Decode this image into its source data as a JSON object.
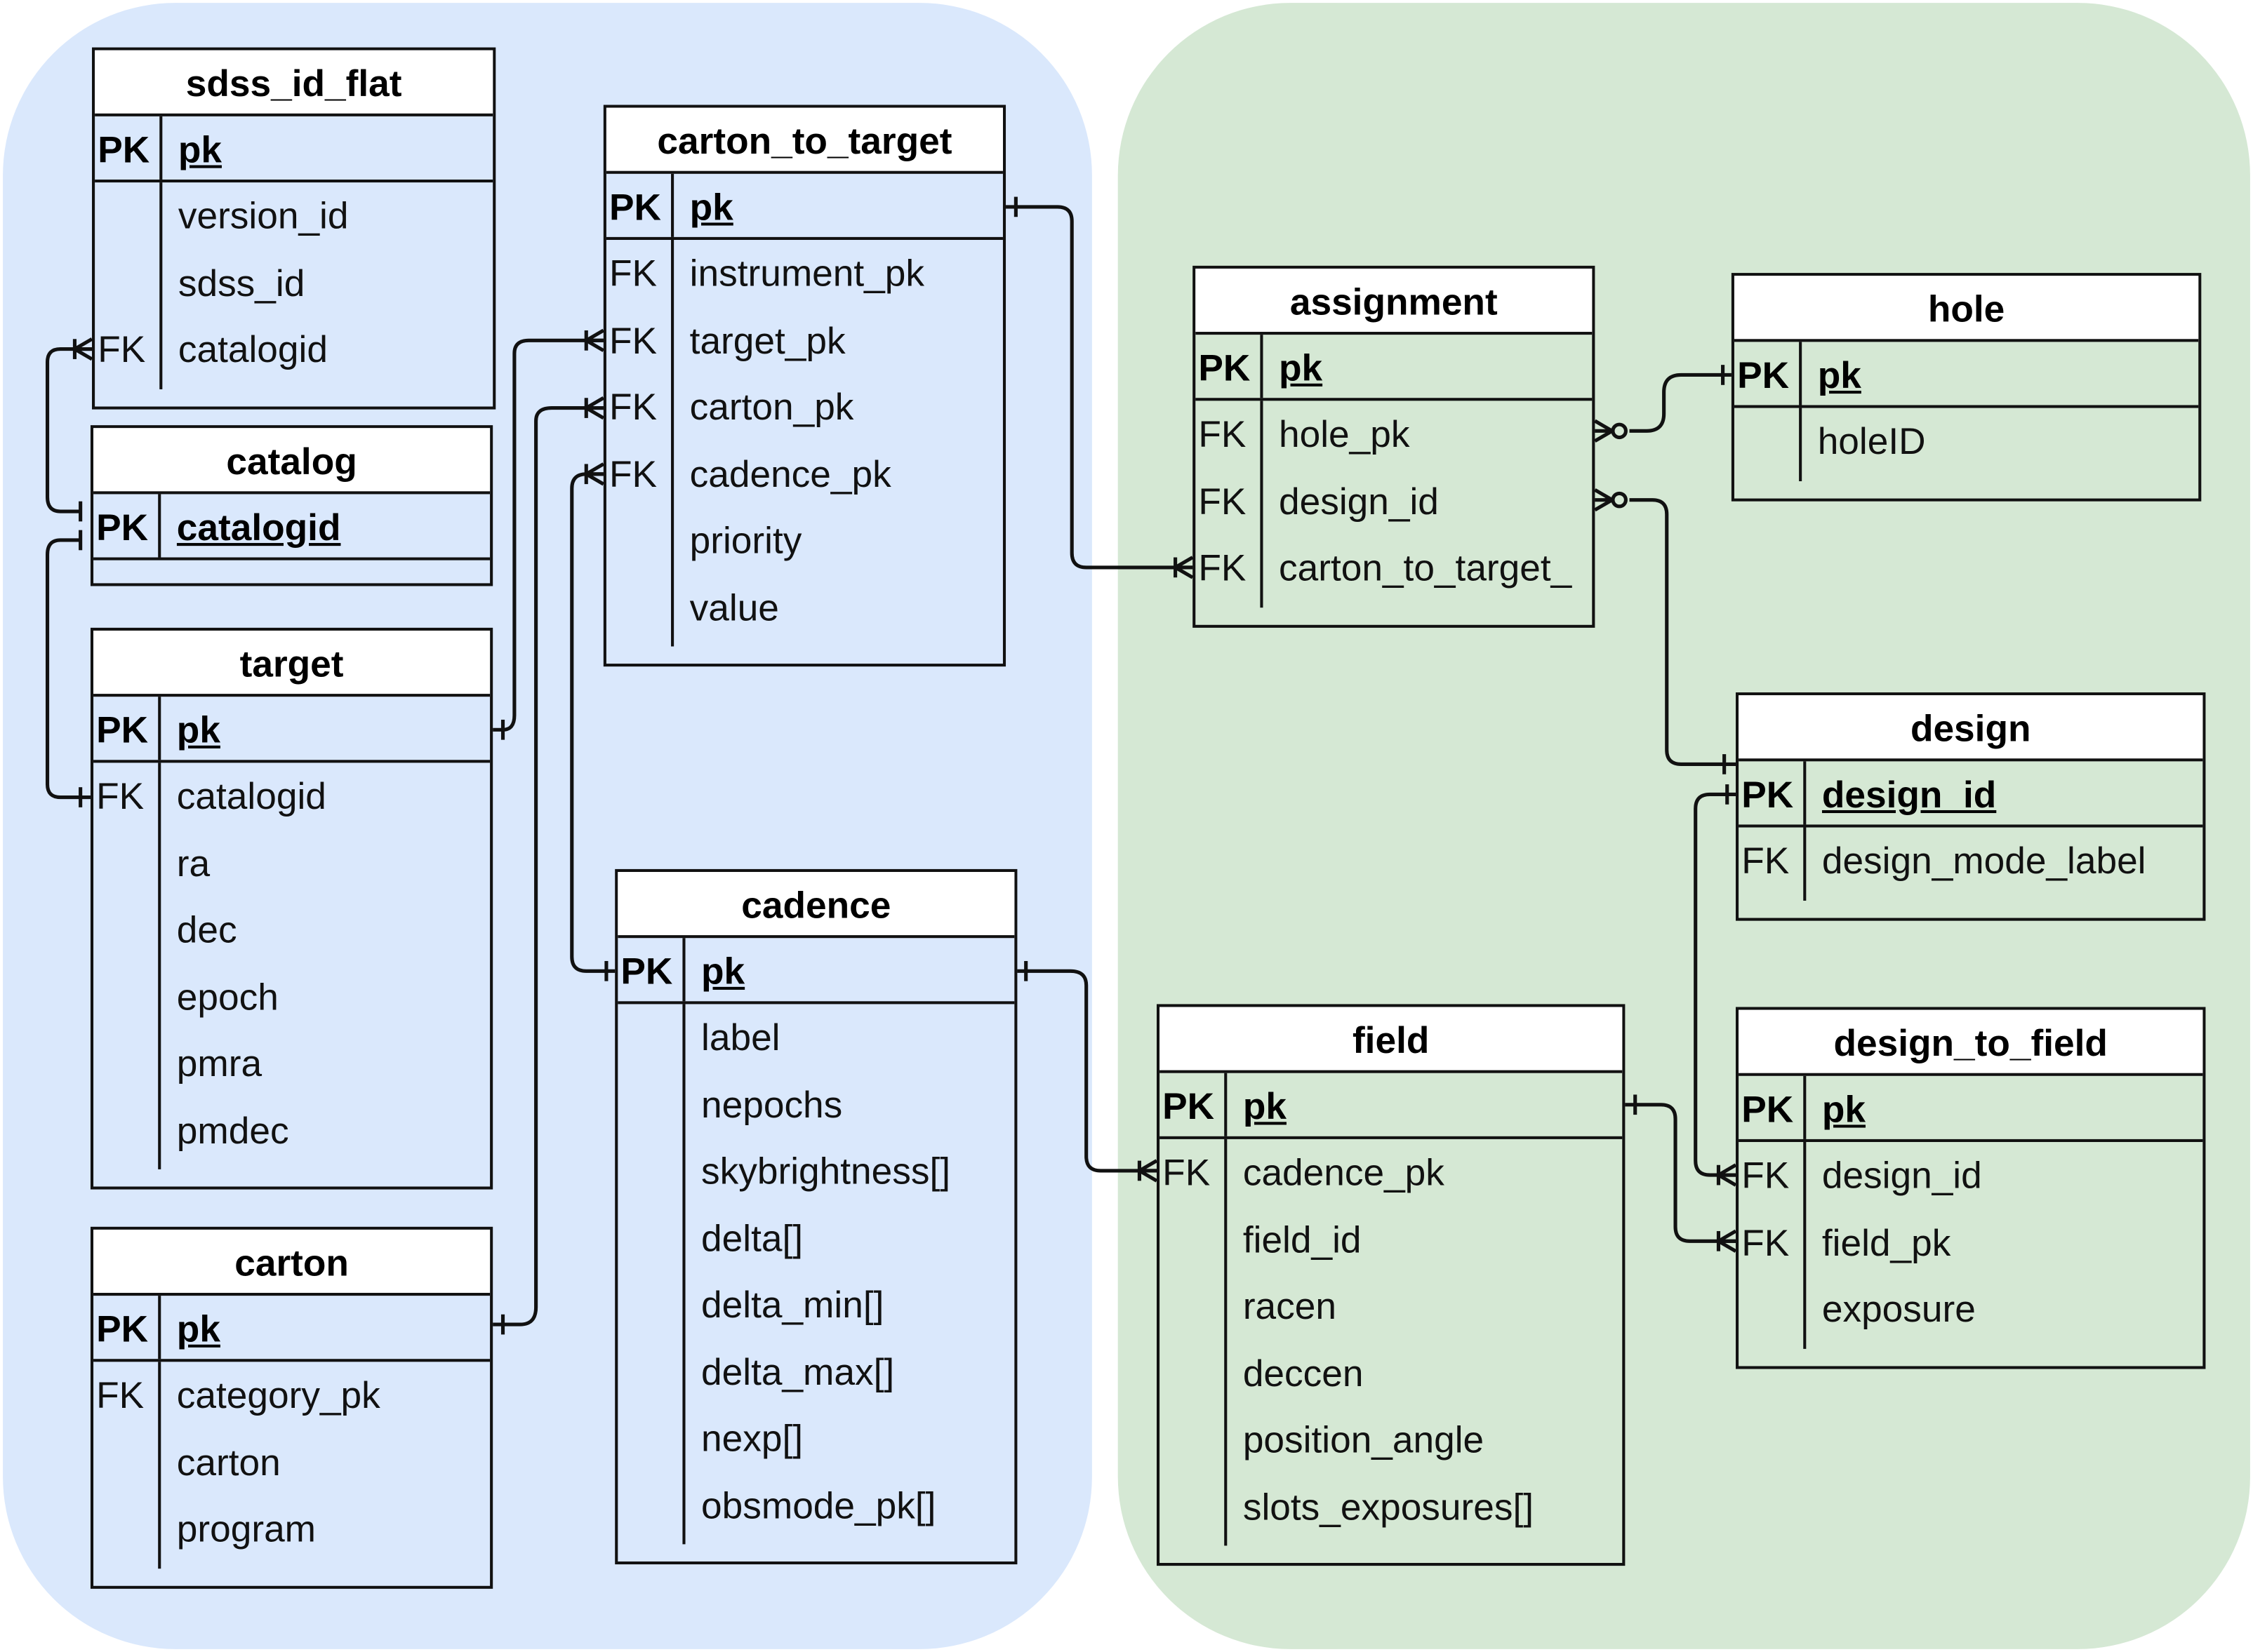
{
  "colors": {
    "region_left": "#dae8fc",
    "region_right": "#d5e8d4",
    "header_fill": "#ffffff",
    "stroke": "#111111"
  },
  "tables": {
    "sdss_id_flat": {
      "title": "sdss_id_flat",
      "pk": {
        "key": "PK",
        "name": "pk"
      },
      "rows": [
        {
          "key": "",
          "name": "version_id"
        },
        {
          "key": "",
          "name": "sdss_id"
        },
        {
          "key": "FK",
          "name": "catalogid"
        }
      ]
    },
    "catalog": {
      "title": "catalog",
      "pk": {
        "key": "PK",
        "name": "catalogid"
      },
      "rows": []
    },
    "target": {
      "title": "target",
      "pk": {
        "key": "PK",
        "name": "pk"
      },
      "rows": [
        {
          "key": "FK",
          "name": "catalogid"
        },
        {
          "key": "",
          "name": "ra"
        },
        {
          "key": "",
          "name": "dec"
        },
        {
          "key": "",
          "name": "epoch"
        },
        {
          "key": "",
          "name": "pmra"
        },
        {
          "key": "",
          "name": "pmdec"
        }
      ]
    },
    "carton": {
      "title": "carton",
      "pk": {
        "key": "PK",
        "name": "pk"
      },
      "rows": [
        {
          "key": "FK",
          "name": "category_pk"
        },
        {
          "key": "",
          "name": "carton"
        },
        {
          "key": "",
          "name": "program"
        }
      ]
    },
    "carton_to_target": {
      "title": "carton_to_target",
      "pk": {
        "key": "PK",
        "name": "pk"
      },
      "rows": [
        {
          "key": "FK",
          "name": "instrument_pk"
        },
        {
          "key": "FK",
          "name": "target_pk"
        },
        {
          "key": "FK",
          "name": "carton_pk"
        },
        {
          "key": "FK",
          "name": "cadence_pk"
        },
        {
          "key": "",
          "name": "priority"
        },
        {
          "key": "",
          "name": "value"
        }
      ]
    },
    "cadence": {
      "title": "cadence",
      "pk": {
        "key": "PK",
        "name": "pk"
      },
      "rows": [
        {
          "key": "",
          "name": "label"
        },
        {
          "key": "",
          "name": "nepochs"
        },
        {
          "key": "",
          "name": "skybrightness[]"
        },
        {
          "key": "",
          "name": "delta[]"
        },
        {
          "key": "",
          "name": "delta_min[]"
        },
        {
          "key": "",
          "name": "delta_max[]"
        },
        {
          "key": "",
          "name": "nexp[]"
        },
        {
          "key": "",
          "name": "obsmode_pk[]"
        }
      ]
    },
    "assignment": {
      "title": "assignment",
      "pk": {
        "key": "PK",
        "name": "pk"
      },
      "rows": [
        {
          "key": "FK",
          "name": "hole_pk"
        },
        {
          "key": "FK",
          "name": "design_id"
        },
        {
          "key": "FK",
          "name": "carton_to_target_"
        }
      ]
    },
    "hole": {
      "title": "hole",
      "pk": {
        "key": "PK",
        "name": "pk"
      },
      "rows": [
        {
          "key": "",
          "name": "holeID"
        }
      ]
    },
    "design": {
      "title": "design",
      "pk": {
        "key": "PK",
        "name": "design_id"
      },
      "rows": [
        {
          "key": "FK",
          "name": "design_mode_label"
        }
      ]
    },
    "design_to_field": {
      "title": "design_to_field",
      "pk": {
        "key": "PK",
        "name": "pk"
      },
      "rows": [
        {
          "key": "FK",
          "name": "design_id"
        },
        {
          "key": "FK",
          "name": "field_pk"
        },
        {
          "key": "",
          "name": "exposure"
        }
      ]
    },
    "field": {
      "title": "field",
      "pk": {
        "key": "PK",
        "name": "pk"
      },
      "rows": [
        {
          "key": "FK",
          "name": "cadence_pk"
        },
        {
          "key": "",
          "name": "field_id"
        },
        {
          "key": "",
          "name": "racen"
        },
        {
          "key": "",
          "name": "deccen"
        },
        {
          "key": "",
          "name": "position_angle"
        },
        {
          "key": "",
          "name": "slots_exposures[]"
        }
      ]
    }
  },
  "relationships": [
    {
      "from": "catalog.catalogid",
      "to": "sdss_id_flat.catalogid",
      "from_end": "one",
      "to_end": "one-or-many"
    },
    {
      "from": "catalog.catalogid",
      "to": "target.catalogid",
      "from_end": "one",
      "to_end": "one"
    },
    {
      "from": "target.pk",
      "to": "carton_to_target.target_pk",
      "from_end": "one",
      "to_end": "one-or-many"
    },
    {
      "from": "carton.pk",
      "to": "carton_to_target.carton_pk",
      "from_end": "one",
      "to_end": "one-or-many"
    },
    {
      "from": "cadence.pk",
      "to": "carton_to_target.cadence_pk",
      "from_end": "one",
      "to_end": "one-or-many"
    },
    {
      "from": "carton_to_target.pk",
      "to": "assignment.carton_to_target_",
      "from_end": "one",
      "to_end": "one-or-many"
    },
    {
      "from": "hole.pk",
      "to": "assignment.hole_pk",
      "from_end": "one",
      "to_end": "zero-or-many"
    },
    {
      "from": "design.design_id",
      "to": "assignment.design_id",
      "from_end": "one",
      "to_end": "zero-or-many"
    },
    {
      "from": "cadence.pk",
      "to": "field.cadence_pk",
      "from_end": "one",
      "to_end": "one-or-many"
    },
    {
      "from": "design.design_id",
      "to": "design_to_field.design_id",
      "from_end": "one",
      "to_end": "one-or-many"
    },
    {
      "from": "field.pk",
      "to": "design_to_field.field_pk",
      "from_end": "one",
      "to_end": "one-or-many"
    }
  ]
}
